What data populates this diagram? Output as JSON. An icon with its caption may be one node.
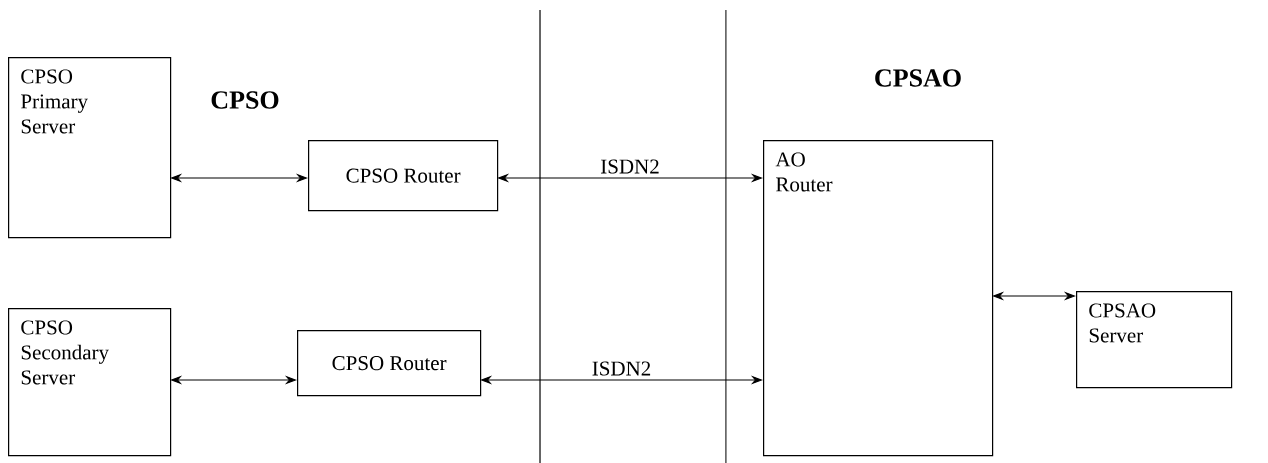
{
  "diagram": {
    "nodes": [
      {
        "text": [
          "CPSO Primary Server"
        ]
      },
      {
        "text": [
          "CPSO Router"
        ]
      },
      {
        "text": [
          "AO Router"
        ]
      },
      {
        "text": [
          "CPSAO Server"
        ]
      },
      {
        "text": [
          "CPSO Secondary Server"
        ]
      },
      {
        "text": [
          "CPSO Router"
        ]
      }
    ],
    "edges": [
      {
        "from": 0,
        "to": 1,
        "arrow": "both"
      },
      {
        "from": 1,
        "to": 2,
        "arrow": "both",
        "label": "ISDN2"
      },
      {
        "from": 2,
        "to": 3,
        "arrow": "both"
      },
      {
        "from": 4,
        "to": 5,
        "arrow": "both"
      },
      {
        "from": 5,
        "to": 2,
        "arrow": "both",
        "label": "ISDN2"
      }
    ],
    "labels": [
      "CPSO",
      "CPSAO"
    ]
  }
}
